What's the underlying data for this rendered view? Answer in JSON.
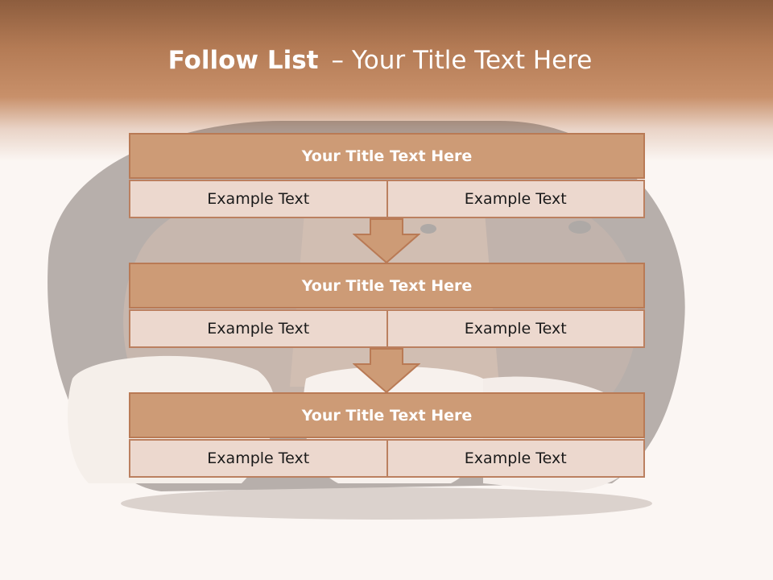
{
  "slide": {
    "title_bold": "Follow List",
    "title_dash": "–",
    "title_rest": "Your Title Text Here"
  },
  "blocks": [
    {
      "title": "Your Title Text Here",
      "left_text": "Example Text",
      "right_text": "Example Text"
    },
    {
      "title": "Your Title Text Here",
      "left_text": "Example Text",
      "right_text": "Example Text"
    },
    {
      "title": "Your Title Text Here",
      "left_text": "Example Text",
      "right_text": "Example Text"
    }
  ],
  "colors": {
    "header_brown": "#b47b55",
    "block_title_fill": "#cd9b76",
    "block_cell_fill": "#ecd8ce",
    "border": "#b97a55"
  },
  "background_image": "dog-photo"
}
